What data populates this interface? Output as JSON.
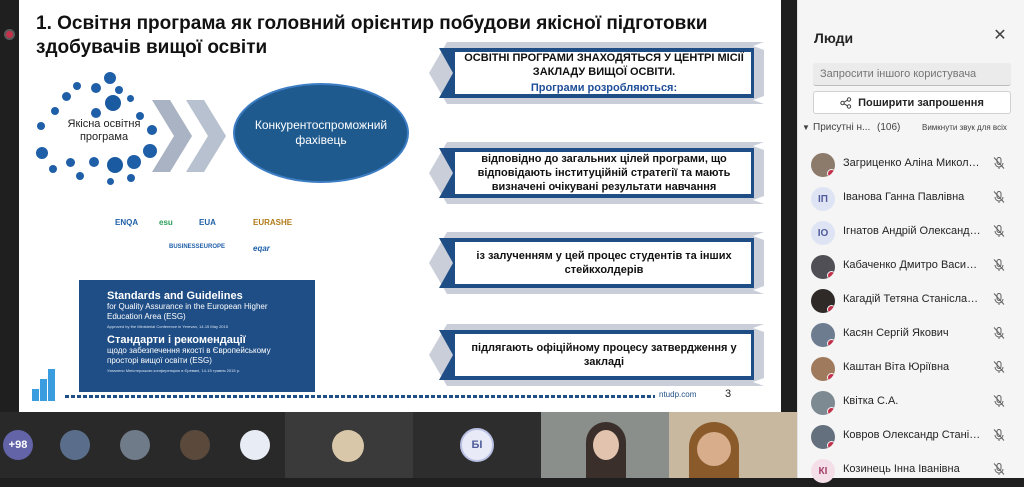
{
  "slide": {
    "title": "1. Освітня програма як головний орієнтир побудови якісної підготовки здобувачів вищої освіти",
    "ring_label": "Якісна освітня програма",
    "ellipse_label": "Конкурентоспроможний фахівець",
    "banners": [
      {
        "text": "ОСВІТНІ ПРОГРАМИ ЗНАХОДЯТЬСЯ У ЦЕНТРІ МІСІЇ ЗАКЛАДУ ВИЩОЇ ОСВІТИ.",
        "sub": "Програми розробляються:"
      },
      {
        "text": "відповідно до загальних цілей програми, що відповідають інституційній стратегії та мають визначені очікувані результати навчання",
        "sub": ""
      },
      {
        "text": "із залученням у цей процес студентів та інших стейкхолдерів",
        "sub": ""
      },
      {
        "text": "підлягають офіційному процесу затвердження у закладі",
        "sub": ""
      }
    ],
    "logos": [
      "ENQA",
      "esu",
      "EUA",
      "EURASHE",
      "BUSINESSEUROPE",
      "eqar"
    ],
    "esg": {
      "title_en": "Standards and Guidelines",
      "sub_en": "for Quality Assurance in the European Higher Education Area (ESG)",
      "tiny_en": "Approved by the Ministerial Conference in Yerevan, 14-15 May 2015",
      "title_ua": "Стандарти і рекомендації",
      "sub_ua": "щодо забезпечення якості в Європейському просторі вищої освіти (ESG)",
      "tiny_ua": "Ухвалено Міністерською конференцією в Єревані, 14-15 травня 2015 р."
    },
    "url": "ntudp.com",
    "page_number": "3"
  },
  "people_panel": {
    "title": "Люди",
    "invite_placeholder": "Запросити іншого користувача",
    "share_label": "Поширити запрошення",
    "section_name": "Присутні н...",
    "section_count": "(106)",
    "mute_all_label": "Вимкнути звук для всіх",
    "participants": [
      {
        "name": "Загриценко Аліна Миколаї...",
        "initials": ""
      },
      {
        "name": "Іванова Ганна Павлівна",
        "initials": "ІП"
      },
      {
        "name": "Ігнатов Андрій Олександро...",
        "initials": "ІО"
      },
      {
        "name": "Кабаченко Дмитро Васильо...",
        "initials": ""
      },
      {
        "name": "Кагадій Тетяна Станіславівна",
        "initials": ""
      },
      {
        "name": "Касян Сергій Якович",
        "initials": ""
      },
      {
        "name": "Каштан Віта Юріївна",
        "initials": ""
      },
      {
        "name": "Квітка С.А.",
        "initials": ""
      },
      {
        "name": "Ковров Олександр Станісл...",
        "initials": ""
      },
      {
        "name": "Козинець Інна Іванівна",
        "initials": "КІ"
      }
    ]
  },
  "video_strip": {
    "more_count": "+98",
    "tile_initials": "БІ"
  },
  "colors": {
    "accent": "#6264a7",
    "presence_busy": "#c4314b",
    "slide_blue": "#1f4e86"
  }
}
